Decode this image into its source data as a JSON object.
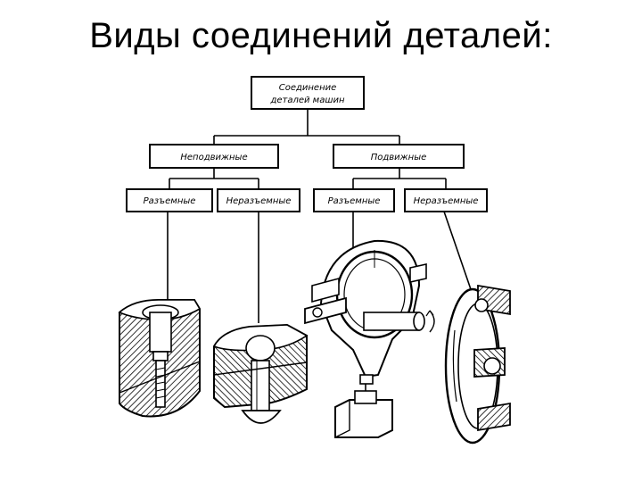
{
  "title": "Виды соединений деталей:",
  "tree": {
    "root": {
      "line1": "Соединение",
      "line2": "деталей машин"
    },
    "fixed": "Неподвижные",
    "movable": "Подвижные",
    "fixed_detachable": "Разъемные",
    "fixed_permanent": "Неразъемные",
    "movable_detachable": "Разъемные",
    "movable_permanent": "Неразъемные"
  },
  "illustrations": [
    {
      "name": "bolted-joint-illustration"
    },
    {
      "name": "riveted-joint-illustration"
    },
    {
      "name": "plain-bearing-housing-illustration"
    },
    {
      "name": "ball-bearing-illustration"
    }
  ]
}
